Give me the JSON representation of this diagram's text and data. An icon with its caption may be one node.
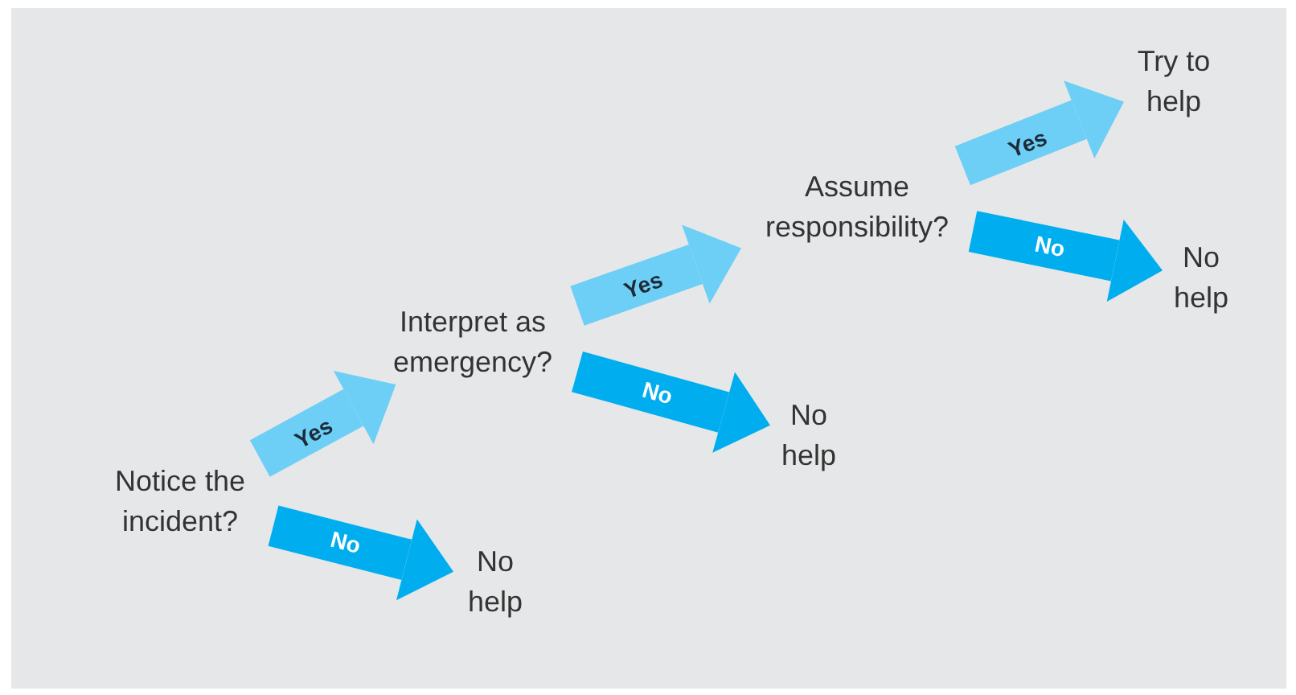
{
  "diagram": {
    "nodes": [
      {
        "text": [
          "Notice the incident?"
        ]
      },
      {
        "text": [
          "No help"
        ]
      },
      {
        "text": [
          "Interpret as emergency?"
        ]
      },
      {
        "text": [
          "No help"
        ]
      },
      {
        "text": [
          "Assume responsibility?"
        ]
      },
      {
        "text": [
          "No help"
        ]
      },
      {
        "text": [
          "Try to help"
        ]
      }
    ],
    "edges": [
      {
        "from": 0,
        "to": 2,
        "arrow": "to",
        "label": "Yes",
        "color": "#6dcff6"
      },
      {
        "from": 0,
        "to": 1,
        "arrow": "to",
        "label": "No",
        "color": "#00aeef"
      },
      {
        "from": 2,
        "to": 4,
        "arrow": "to",
        "label": "Yes",
        "color": "#6dcff6"
      },
      {
        "from": 2,
        "to": 3,
        "arrow": "to",
        "label": "No",
        "color": "#00aeef"
      },
      {
        "from": 4,
        "to": 6,
        "arrow": "to",
        "label": "Yes",
        "color": "#6dcff6"
      },
      {
        "from": 4,
        "to": 5,
        "arrow": "to",
        "label": "No",
        "color": "#00aeef"
      }
    ]
  }
}
